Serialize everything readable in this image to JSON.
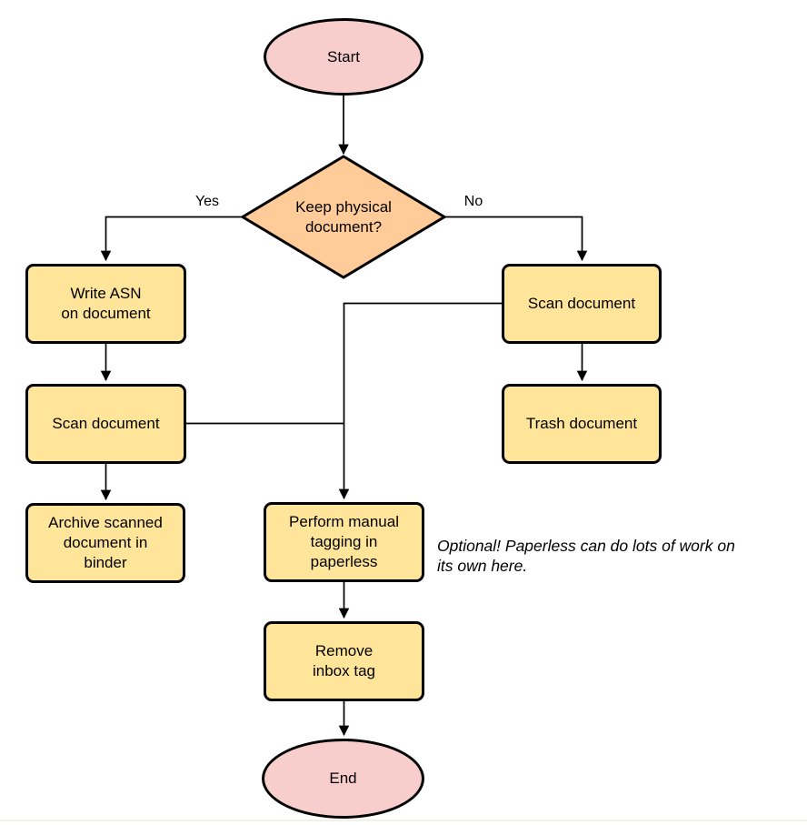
{
  "colors": {
    "terminator_fill": "#F8CECC",
    "decision_fill": "#FFCC99",
    "process_fill": "#FFE599",
    "stroke": "#000000"
  },
  "diagram": {
    "nodes": {
      "start": "Start",
      "decision": "Keep physical\ndocument?",
      "write_asn": "Write ASN\non document",
      "scan_left": "Scan document",
      "archive": "Archive scanned\ndocument in\nbinder",
      "scan_right": "Scan document",
      "trash": "Trash document",
      "tagging": "Perform manual\ntagging in\npaperless",
      "remove_inbox": "Remove\ninbox tag",
      "end": "End"
    },
    "edge_labels": {
      "yes": "Yes",
      "no": "No"
    },
    "annotation": "Optional! Paperless can do lots of work on\nits own here."
  }
}
